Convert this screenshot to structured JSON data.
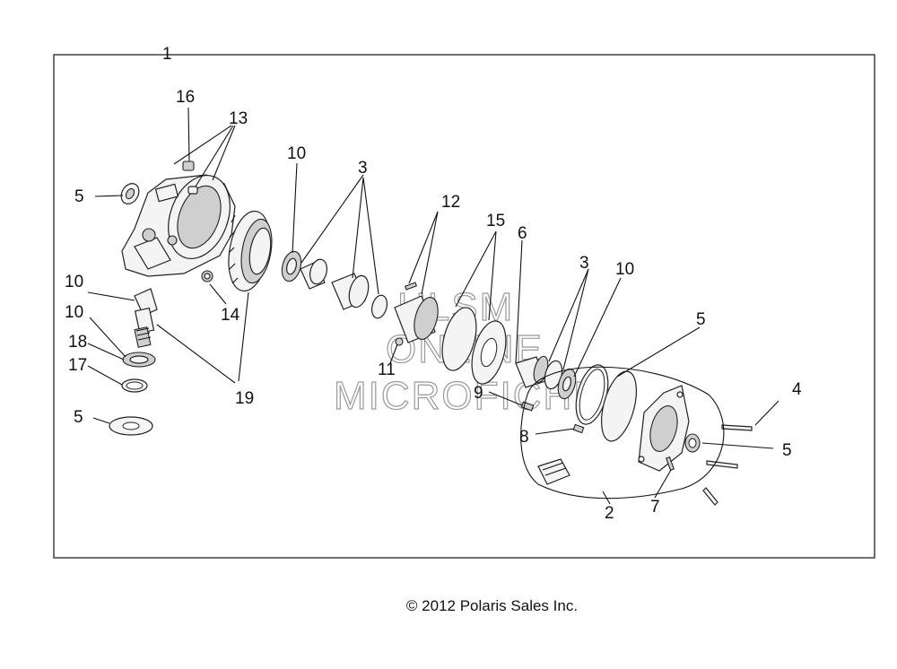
{
  "diagram": {
    "callouts": [
      {
        "id": "c1",
        "label": "1"
      },
      {
        "id": "c16",
        "label": "16"
      },
      {
        "id": "c13",
        "label": "13"
      },
      {
        "id": "c5a",
        "label": "5"
      },
      {
        "id": "c10a",
        "label": "10"
      },
      {
        "id": "c3a",
        "label": "3"
      },
      {
        "id": "c12",
        "label": "12"
      },
      {
        "id": "c15",
        "label": "15"
      },
      {
        "id": "c6",
        "label": "6"
      },
      {
        "id": "c3b",
        "label": "3"
      },
      {
        "id": "c10b",
        "label": "10"
      },
      {
        "id": "c5b",
        "label": "5"
      },
      {
        "id": "c10c",
        "label": "10"
      },
      {
        "id": "c10d",
        "label": "10"
      },
      {
        "id": "c18",
        "label": "18"
      },
      {
        "id": "c17",
        "label": "17"
      },
      {
        "id": "c5c",
        "label": "5"
      },
      {
        "id": "c14",
        "label": "14"
      },
      {
        "id": "c19",
        "label": "19"
      },
      {
        "id": "c11",
        "label": "11"
      },
      {
        "id": "c9",
        "label": "9"
      },
      {
        "id": "c8",
        "label": "8"
      },
      {
        "id": "c4",
        "label": "4"
      },
      {
        "id": "c5d",
        "label": "5"
      },
      {
        "id": "c7",
        "label": "7"
      },
      {
        "id": "c2",
        "label": "2"
      }
    ],
    "watermark": [
      "HLSM",
      "ONLINE",
      "MICROFICHE"
    ]
  },
  "footer": {
    "copyright": "© 2012 Polaris Sales Inc."
  }
}
